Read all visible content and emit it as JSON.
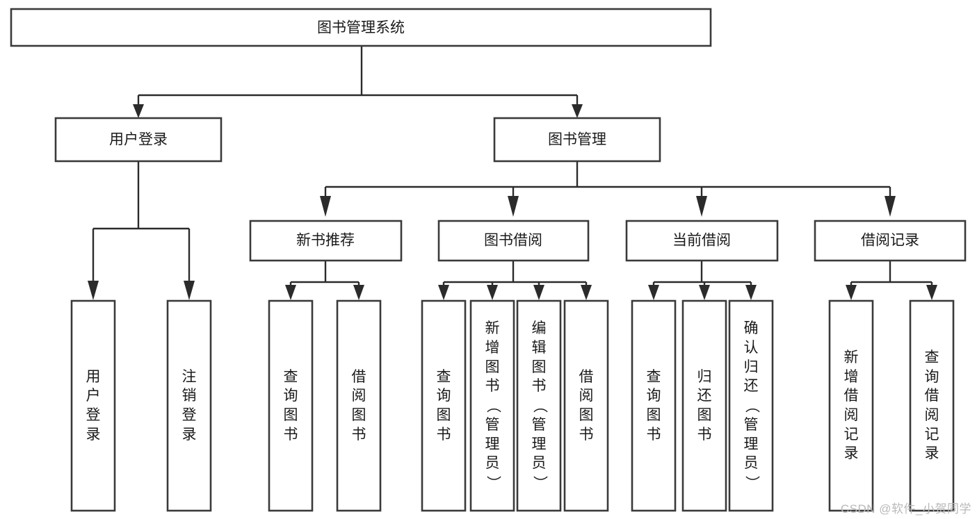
{
  "diagram": {
    "type": "tree-hierarchy",
    "title": "图书管理系统",
    "watermark": "CSDN @软件_小贺同学",
    "colors": {
      "box_stroke": "#3a3a3a",
      "connector": "#2b2b2b",
      "box_fill": "#ffffff",
      "text": "#1a1a1a",
      "watermark": "#b9b9b9",
      "background": "#ffffff"
    },
    "levels": {
      "root": {
        "label": "图书管理系统"
      },
      "level2": [
        {
          "label": "用户登录"
        },
        {
          "label": "图书管理"
        }
      ],
      "level3": [
        {
          "label": "新书推荐"
        },
        {
          "label": "图书借阅"
        },
        {
          "label": "当前借阅"
        },
        {
          "label": "借阅记录"
        }
      ],
      "leaves": {
        "user_login": [
          {
            "label": "用户登录"
          },
          {
            "label": "注销登录"
          }
        ],
        "new_book_recommend": [
          {
            "label": "查询图书"
          },
          {
            "label": "借阅图书"
          }
        ],
        "book_borrow": [
          {
            "label": "查询图书"
          },
          {
            "label": "新增图书（管理员）"
          },
          {
            "label": "编辑图书（管理员）"
          },
          {
            "label": "借阅图书"
          }
        ],
        "current_borrow": [
          {
            "label": "查询图书"
          },
          {
            "label": "归还图书"
          },
          {
            "label": "确认归还（管理员）"
          }
        ],
        "borrow_records": [
          {
            "label": "新增借阅记录"
          },
          {
            "label": "查询借阅记录"
          }
        ]
      }
    }
  }
}
